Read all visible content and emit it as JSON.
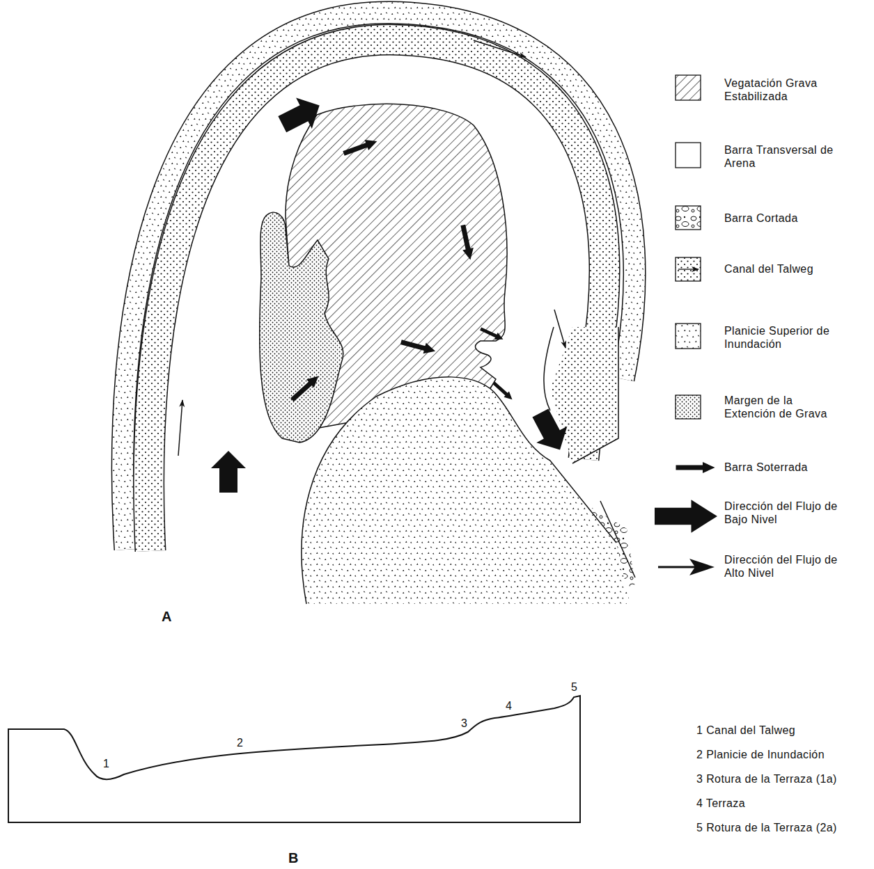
{
  "diagram": {
    "labels": [
      "A",
      "B",
      "1",
      "2",
      "3",
      "4",
      "5",
      "1 Canal del Talweg",
      "2 Planicie de Inundación",
      "3 Rotura de la Terraza (1a)",
      "4 Terraza",
      "5 Rotura de la Terraza (2a)"
    ],
    "legend": [
      {
        "text": "Vegatación Grava Estabilizada"
      },
      {
        "text": "Barra Transversal de Arena"
      },
      {
        "text": "Barra Cortada"
      },
      {
        "text": "Canal del Talweg"
      },
      {
        "text": "Planicie Superior de Inundación"
      },
      {
        "text": "Margen de la Extención de Grava"
      },
      {
        "text": "Barra Soterrada"
      },
      {
        "text": "Dirección del Flujo de Bajo Nivel"
      },
      {
        "text": "Dirección del Flujo de Alto Nivel"
      }
    ]
  }
}
